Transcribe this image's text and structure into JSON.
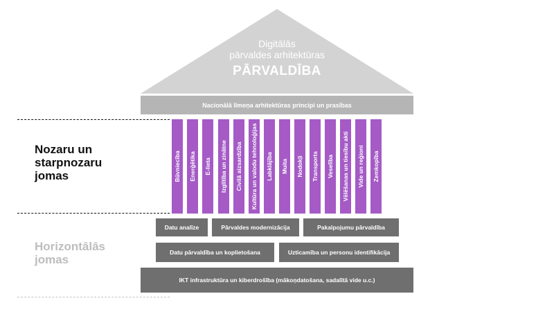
{
  "roof": {
    "line1": "Digitālās",
    "line2": "pārvaldes arhitektūras",
    "line3": "PĀRVALDĪBA"
  },
  "principles_band": "Nacionālā līmeņa arhitektūras principi un prasības",
  "pillars": [
    "Būvniecība",
    "Enerģētika",
    "E-lieta",
    "Izglītība un zinātne",
    "Civilā aizsardzība",
    "Kultūra un valodu tehnoloģijas",
    "Labklājība",
    "Muita",
    "Nodokļi",
    "Transports",
    "Veselība",
    "Vēlēšanas un tiesību akti",
    "Vide un reģioni",
    "Zemkopība"
  ],
  "side_labels": {
    "sectors": [
      "Nozaru un",
      "starpnozaru",
      "jomas"
    ],
    "horizontal": [
      "Horizontālās",
      "jomas"
    ]
  },
  "horizontal_row1": [
    "Datu analīze",
    "Pārvaldes modernizācija",
    "Pakalpojumu pārvaldība"
  ],
  "horizontal_row2": [
    "Datu pārvaldība un koplietošana",
    "Uzticamība un personu identifikācija"
  ],
  "infrastructure": "IKT infrastruktūra un kiberdrošība (mākoņdatošana, sadalītā vide u.c.)",
  "colors": {
    "roof": "#d3d3d3",
    "principles": "#b5b5b5",
    "pillar": "#a55ac6",
    "box": "#6f6f6f"
  }
}
